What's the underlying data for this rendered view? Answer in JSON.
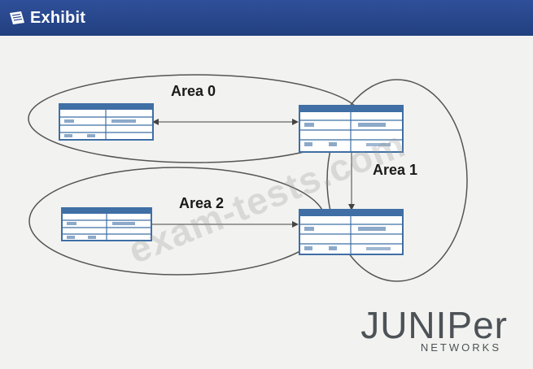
{
  "window": {
    "title": "Exhibit",
    "icon": "exhibit-icon"
  },
  "areas": [
    {
      "id": "area-0",
      "label": "Area 0"
    },
    {
      "id": "area-1",
      "label": "Area 1"
    },
    {
      "id": "area-2",
      "label": "Area 2"
    }
  ],
  "devices": [
    {
      "id": "router-a"
    },
    {
      "id": "router-b"
    },
    {
      "id": "router-c"
    },
    {
      "id": "router-d"
    }
  ],
  "links": [
    {
      "from": "router-a",
      "to": "router-b",
      "style": "double-arrow"
    },
    {
      "from": "router-b",
      "to": "router-d",
      "style": "arrow"
    },
    {
      "from": "router-c",
      "to": "router-d",
      "style": "arrow"
    }
  ],
  "watermark": "exam-tests.com",
  "logo": {
    "main": "JUNIPer",
    "sub": "NETWORKS"
  },
  "colors": {
    "titlebar": "#22407f",
    "device": "#3f6fa5",
    "ellipse": "#555555"
  }
}
